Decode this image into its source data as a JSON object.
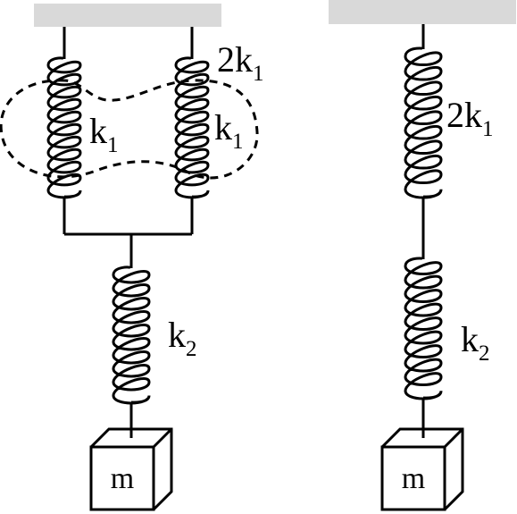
{
  "left_system": {
    "spring_a": {
      "base": "k",
      "sub": "1"
    },
    "spring_b": {
      "base": "k",
      "sub": "1"
    },
    "spring_b_combined": {
      "coef": "2",
      "base": "k",
      "sub": "1"
    },
    "spring_bottom": {
      "base": "k",
      "sub": "2"
    },
    "mass": "m"
  },
  "right_system": {
    "spring_top": {
      "coef": "2",
      "base": "k",
      "sub": "1"
    },
    "spring_bottom": {
      "base": "k",
      "sub": "2"
    },
    "mass": "m"
  },
  "colors": {
    "ceiling": "#d9d9d9",
    "line": "#000000"
  }
}
